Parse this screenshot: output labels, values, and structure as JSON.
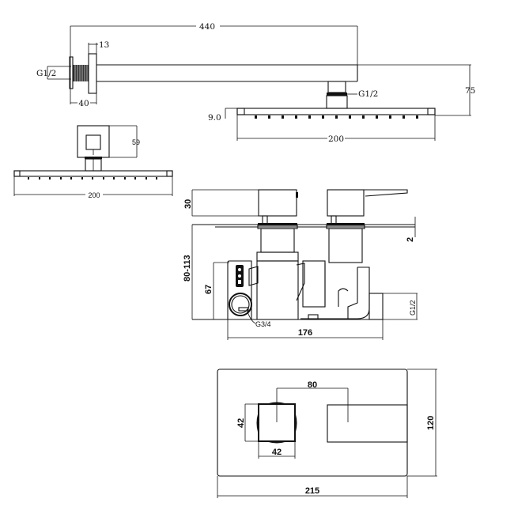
{
  "drawing": {
    "type": "technical-dimension-drawing",
    "subject": "concealed thermostatic shower system with wall arm and square rain head",
    "colors": {
      "line": "#111111",
      "background": "#ffffff"
    }
  },
  "shower_arm_view": {
    "arm_length": "440",
    "wall_flange_thickness": "13",
    "inlet_thread": "G1/2",
    "flange_depth": "40",
    "head_connector_thread": "G1/2",
    "drop_height": "75",
    "head_thickness": "9.0",
    "head_width": "200"
  },
  "shower_head_side_view": {
    "connector_height": "59",
    "head_width": "200"
  },
  "valve_side_view": {
    "handle_height": "30",
    "plate_thickness": "2",
    "install_depth_range": "80-113",
    "body_depth": "67",
    "outlet_thread": "G1/2",
    "inlet_thread": "G3/4",
    "body_length": "176"
  },
  "valve_front_view": {
    "handle_spacing": "80",
    "knob_height": "42",
    "knob_width": "42",
    "plate_height": "120",
    "plate_width": "215"
  }
}
